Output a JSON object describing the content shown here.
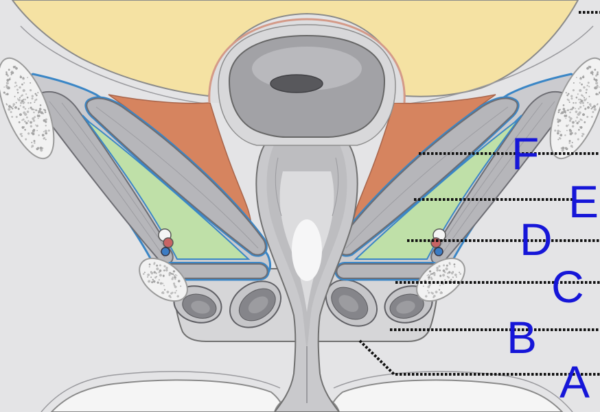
{
  "labels": [
    {
      "text": "F"
    },
    {
      "text": "E"
    },
    {
      "text": "D"
    },
    {
      "text": "C"
    },
    {
      "text": "B"
    },
    {
      "text": "A"
    }
  ],
  "colors": {
    "label": "#1616d8",
    "top_region": "#f5e2a3",
    "orange_region": "#d6845f",
    "green_region": "#bfe0a8",
    "blue_outline": "#3a86c6",
    "leader_line": "#111111"
  }
}
